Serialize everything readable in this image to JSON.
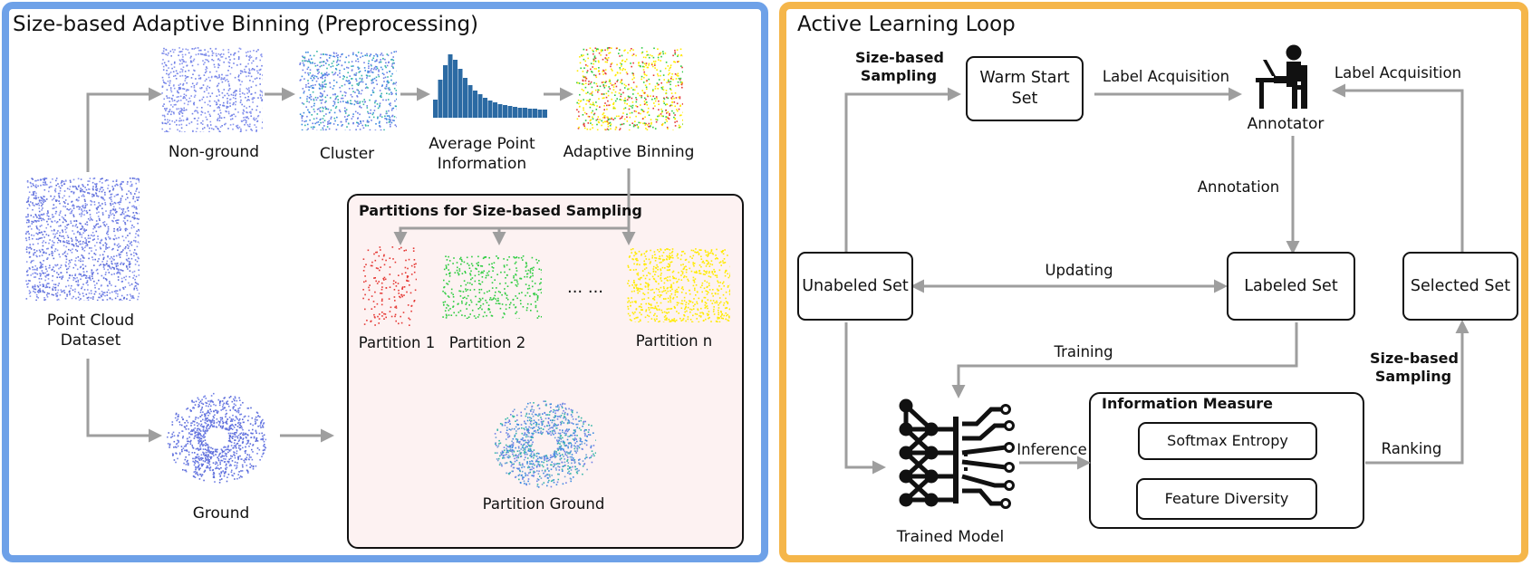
{
  "left_panel": {
    "title": "Size-based Adaptive Binning (Preprocessing)",
    "point_cloud_dataset": "Point Cloud\nDataset",
    "non_ground": "Non-ground",
    "cluster": "Cluster",
    "average_point_information": "Average Point\nInformation",
    "adaptive_binning": "Adaptive Binning",
    "ground": "Ground",
    "partitions": {
      "title": "Partitions for Size-based Sampling",
      "partition_1": "Partition 1",
      "partition_2": "Partition 2",
      "ellipsis": "... ...",
      "partition_n": "Partition n",
      "partition_ground": "Partition Ground"
    }
  },
  "right_panel": {
    "title": "Active Learning Loop",
    "size_based_sampling_top": "Size-based\nSampling",
    "warm_start_set": "Warm Start\nSet",
    "label_acquisition_left": "Label Acquisition",
    "label_acquisition_right": "Label Acquisition",
    "annotator": "Annotator",
    "annotation": "Annotation",
    "unlabeled_set": "Unabeled Set",
    "updating": "Updating",
    "labeled_set": "Labeled Set",
    "selected_set": "Selected Set",
    "training": "Training",
    "size_based_sampling_right": "Size-based\nSampling",
    "information_measure": "Information Measure",
    "softmax_entropy": "Softmax Entropy",
    "feature_diversity": "Feature Diversity",
    "inference": "Inference",
    "ranking": "Ranking",
    "trained_model": "Trained Model"
  },
  "colors": {
    "left_border": "#6ea1e8",
    "right_border": "#f5b64a",
    "arrow": "#9e9e9e",
    "partitions_bg": "#fdf2f2",
    "histogram": "#2b6aa3",
    "cloud_blue": "#6f7fe6",
    "partition_1": "#e53935",
    "partition_2": "#2ecc40",
    "partition_n": "#ffeb00"
  },
  "icons": [
    "annotator-icon",
    "neural-network-icon",
    "point-cloud-icon",
    "histogram-icon"
  ]
}
